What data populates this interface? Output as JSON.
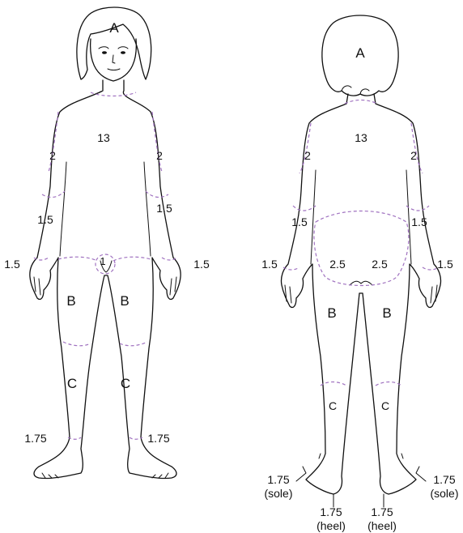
{
  "front": {
    "head": "A",
    "trunk": "13",
    "upper_arm_left": "2",
    "upper_arm_right": "2",
    "forearm_left": "1.5",
    "forearm_right": "1.5",
    "hand_left": "1.5",
    "hand_right": "1.5",
    "genitals": "1",
    "thigh_left": "B",
    "thigh_right": "B",
    "leg_left": "C",
    "leg_right": "C",
    "foot_left": "1.75",
    "foot_right": "1.75"
  },
  "back": {
    "head": "A",
    "trunk": "13",
    "upper_arm_left": "2",
    "upper_arm_right": "2",
    "forearm_left": "1.5",
    "forearm_right": "1.5",
    "hand_left": "1.5",
    "hand_right": "1.5",
    "buttock_left": "2.5",
    "buttock_right": "2.5",
    "thigh_left": "B",
    "thigh_right": "B",
    "leg_left": "C",
    "leg_right": "C",
    "sole_left_value": "1.75",
    "sole_left_note": "(sole)",
    "sole_right_value": "1.75",
    "sole_right_note": "(sole)",
    "heel_left_value": "1.75",
    "heel_left_note": "(heel)",
    "heel_right_value": "1.75",
    "heel_right_note": "(heel)"
  },
  "colors": {
    "outline": "#111111",
    "region_divider": "#a072c0"
  }
}
